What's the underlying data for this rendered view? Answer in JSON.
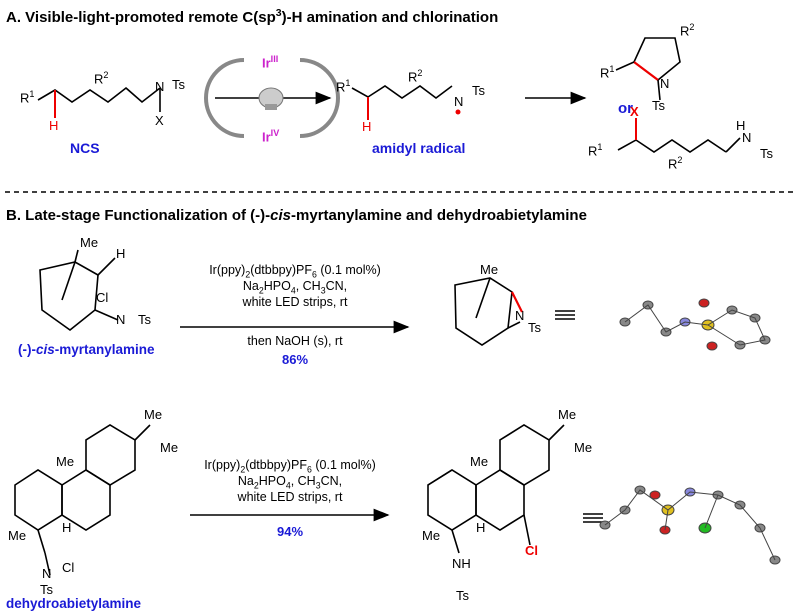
{
  "section_a": {
    "title_main": "A. Visible-light-promoted remote C(sp",
    "title_sup": "3",
    "title_tail": ")-H amination and chlorination",
    "start_label": "NCS",
    "mid_label": "amidyl radical",
    "catalyst_top": "Ir",
    "catalyst_top_sup": "III",
    "catalyst_bottom": "Ir",
    "catalyst_bottom_sup": "IV",
    "or_label": "or",
    "atoms": {
      "r1": "R",
      "r1_sup": "1",
      "r2": "R",
      "r2_sup": "2",
      "h": "H",
      "n": "N",
      "ts": "Ts",
      "x": "X"
    }
  },
  "section_b": {
    "title_main": "B. Late-stage Functionalization of (-)-",
    "title_italic": "cis",
    "title_tail": "-myrtanylamine and dehydroabietylamine",
    "reaction1": {
      "cond1": "Ir(ppy)",
      "cond1b": "2",
      "cond1c": "(dtbbpy)PF",
      "cond1d": "6",
      "cond1e": " (0.1 mol%)",
      "cond2": "Na",
      "cond2b": "2",
      "cond2c": "HPO",
      "cond2d": "4",
      "cond2e": ", CH",
      "cond2f": "3",
      "cond2g": "CN,",
      "cond3": "white LED strips, rt",
      "cond4": "then NaOH (s), rt",
      "yield": "86%",
      "substrate_prefix": "(-)-",
      "substrate_italic": "cis",
      "substrate_tail": "-myrtanylamine"
    },
    "reaction2": {
      "cond1": "Ir(ppy)",
      "cond1b": "2",
      "cond1c": "(dtbbpy)PF",
      "cond1d": "6",
      "cond1e": " (0.1 mol%)",
      "cond2": "Na",
      "cond2b": "2",
      "cond2c": "HPO",
      "cond2d": "4",
      "cond2e": ", CH",
      "cond2f": "3",
      "cond2g": "CN,",
      "cond3": "white LED strips, rt",
      "yield": "94%",
      "substrate": "dehydroabietylamine"
    },
    "atoms": {
      "me": "Me",
      "h": "H",
      "cl": "Cl",
      "n": "N",
      "nh": "NH",
      "ts": "Ts"
    }
  }
}
